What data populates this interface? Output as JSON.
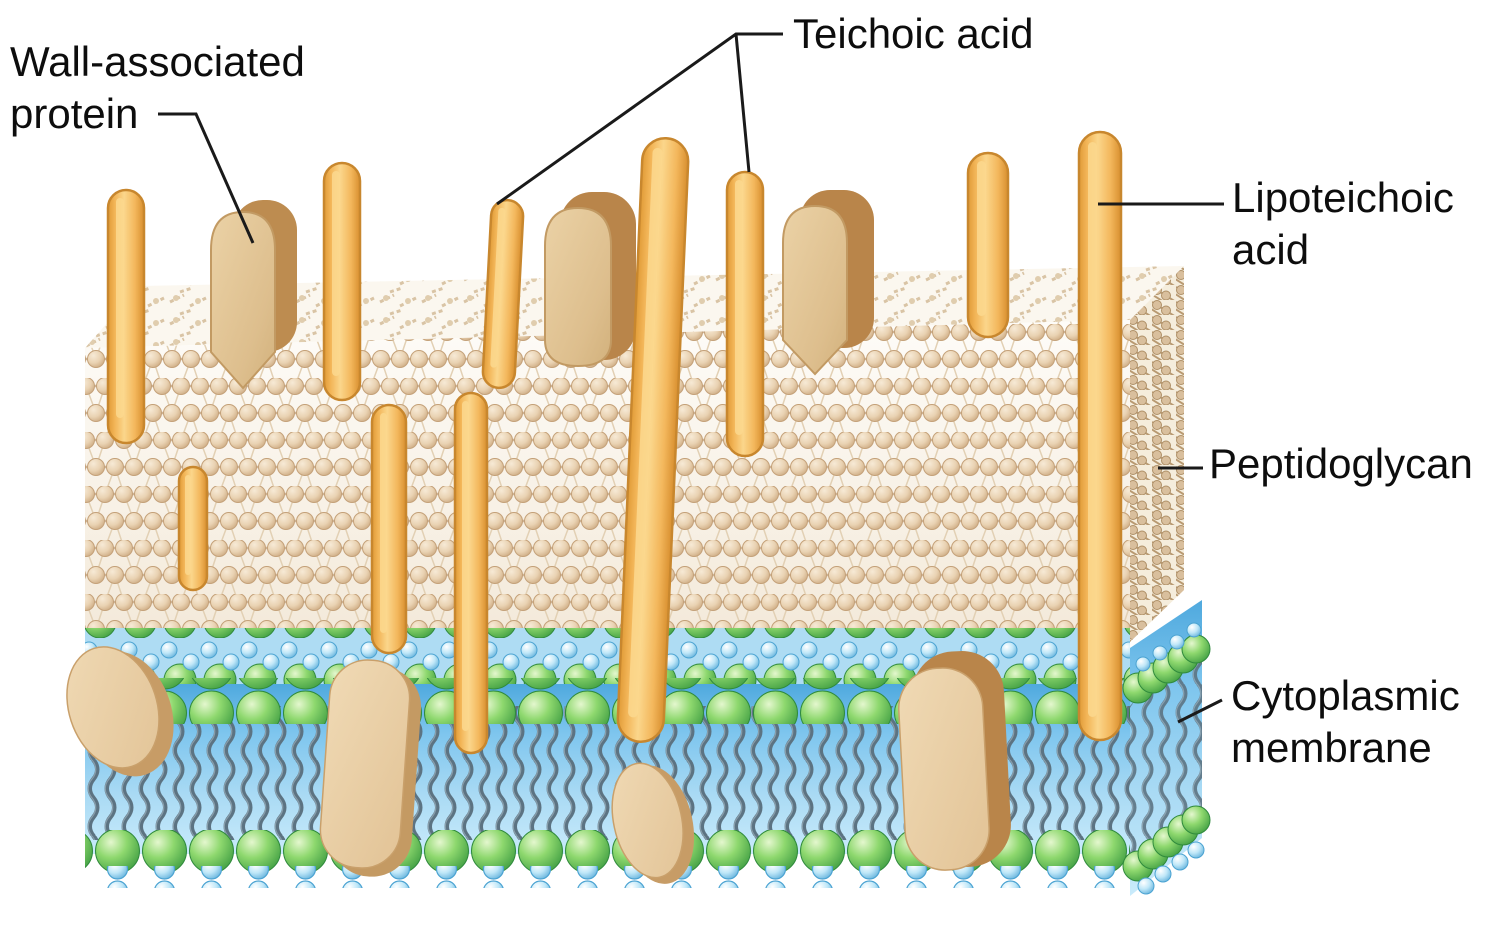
{
  "figure_type": "biology-diagram",
  "subject": "Gram-positive bacterial cell envelope",
  "labels": {
    "wall_associated_protein": {
      "line1": "Wall-associated",
      "line2": "protein"
    },
    "teichoic_acid": {
      "line1": "Teichoic acid"
    },
    "lipoteichoic_acid": {
      "line1": "Lipoteichoic",
      "line2": "acid"
    },
    "peptidoglycan": {
      "line1": "Peptidoglycan"
    },
    "cytoplasmic_membrane": {
      "line1": "Cytoplasmic",
      "line2": "membrane"
    }
  },
  "colors": {
    "teichoic-rod": "#F4BB60",
    "teichoic-rod-stripe": "#FBD88E",
    "teichoic-rod-outline": "#CE8F33",
    "wall-bead": "#EAD6B8",
    "wall-bead-outline": "#C4A179",
    "wall-link": "#CDB294",
    "wall-top-face": "#FBF7EF",
    "wall-side-face": "#F5EDDC",
    "membrane-blue": "#5FB5E8",
    "head-green": "#7ACB5F",
    "head-green-dark": "#2F8A3C",
    "bead-cyan": "#BFE7F8",
    "bead-cyan-outline": "#4BA3D2",
    "tail-gray": "#5C7382",
    "protein-light": "#E6C795",
    "protein-dark": "#B9854A",
    "label-text": "#0d0d0d"
  }
}
